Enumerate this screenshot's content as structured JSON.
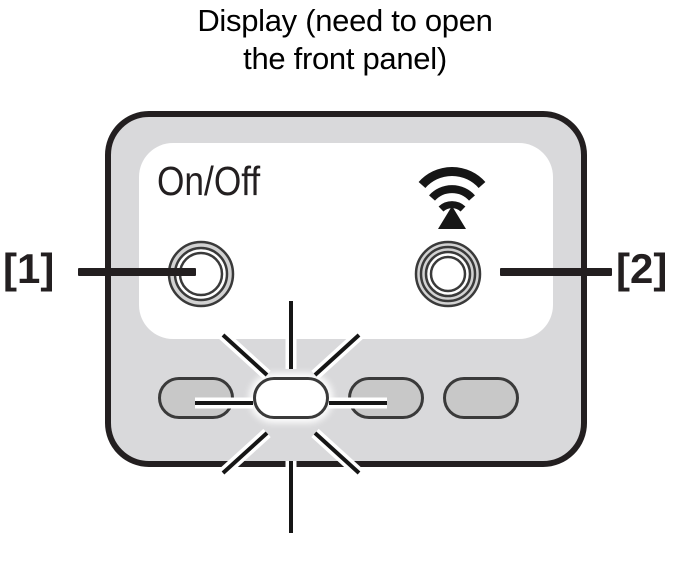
{
  "caption": {
    "line1": "Display (need to open",
    "line2": "the front panel)",
    "full_text": "Display (need to open the front panel)"
  },
  "device": {
    "panel_labels": {
      "onoff": "On/Off",
      "wifi_icon": "wifi-signal-icon"
    },
    "buttons": [
      {
        "id": "onoff",
        "label": "On/Off",
        "icon": "ring-button-icon",
        "state": "unlit",
        "rings": 2,
        "callout": "[1]"
      },
      {
        "id": "wifi",
        "label": "",
        "icon": "ring-button-icon",
        "state": "unlit",
        "rings": 3,
        "callout": "[2]"
      }
    ],
    "indicators": [
      {
        "id": "led-0",
        "state": "off",
        "lit": false
      },
      {
        "id": "led-1",
        "state": "on",
        "lit": true
      },
      {
        "id": "led-2",
        "state": "off",
        "lit": false
      },
      {
        "id": "led-3",
        "state": "off",
        "lit": false
      }
    ],
    "burst": {
      "icon": "light-burst-icon",
      "ray_count": 8,
      "attached_to": "led-1"
    }
  },
  "callouts": [
    {
      "id": "callout-1",
      "text": "[1]",
      "side": "left",
      "points_to": "onoff-button"
    },
    {
      "id": "callout-2",
      "text": "[2]",
      "side": "right",
      "points_to": "wifi-button"
    }
  ],
  "colors": {
    "outline": "#231f20",
    "body_fill": "#d9d9db",
    "panel_fill": "#ffffff",
    "led_off_fill": "#c8c8c8",
    "led_on_fill": "#ffffff",
    "ring_fill": "#d2d2d2",
    "background": "#ffffff"
  }
}
